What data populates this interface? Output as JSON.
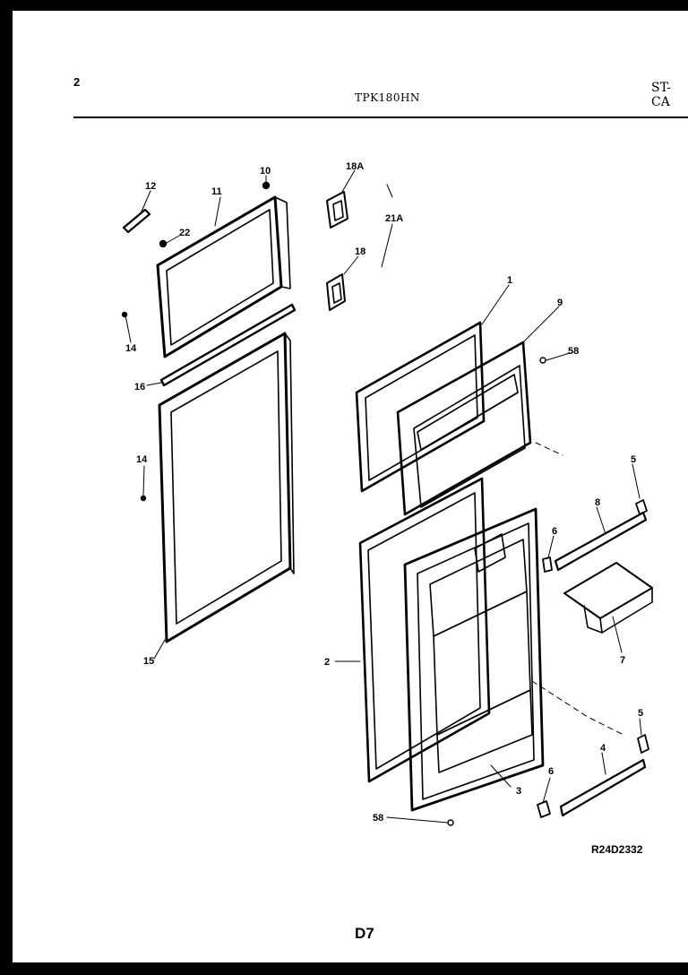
{
  "header": {
    "page_number": "2",
    "model": "TPK180HN",
    "section": "ST-CA"
  },
  "drawing": {
    "reference": "R24D2332",
    "footer_code": "D7",
    "callouts": [
      {
        "id": "12",
        "text": "12"
      },
      {
        "id": "11",
        "text": "11"
      },
      {
        "id": "10",
        "text": "10"
      },
      {
        "id": "22",
        "text": "22"
      },
      {
        "id": "14a",
        "text": "14"
      },
      {
        "id": "16",
        "text": "16"
      },
      {
        "id": "14b",
        "text": "14"
      },
      {
        "id": "15",
        "text": "15"
      },
      {
        "id": "18A",
        "text": "18A"
      },
      {
        "id": "21A",
        "text": "21A"
      },
      {
        "id": "18",
        "text": "18"
      },
      {
        "id": "1",
        "text": "1"
      },
      {
        "id": "9",
        "text": "9"
      },
      {
        "id": "58a",
        "text": "58"
      },
      {
        "id": "5a",
        "text": "5"
      },
      {
        "id": "8",
        "text": "8"
      },
      {
        "id": "6a",
        "text": "6"
      },
      {
        "id": "7",
        "text": "7"
      },
      {
        "id": "2",
        "text": "2"
      },
      {
        "id": "5b",
        "text": "5"
      },
      {
        "id": "4",
        "text": "4"
      },
      {
        "id": "3",
        "text": "3"
      },
      {
        "id": "6b",
        "text": "6"
      },
      {
        "id": "58b",
        "text": "58"
      }
    ]
  }
}
